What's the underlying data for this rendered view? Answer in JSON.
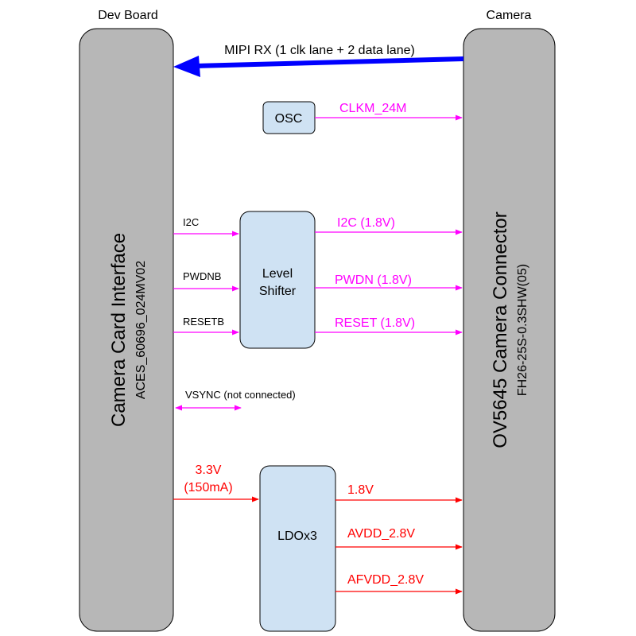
{
  "colors": {
    "bar_fill": "#b7b7b7",
    "box_fill": "#cfe2f3",
    "magenta": "#ff00ff",
    "red": "#ff0000",
    "blue": "#0000ff",
    "text": "#000000"
  },
  "headers": {
    "left": "Dev Board",
    "right": "Camera"
  },
  "left_bar": {
    "title": "Camera Card Interface",
    "subtitle": "ACES_60696_024MV02"
  },
  "right_bar": {
    "title": "OV5645 Camera Connector",
    "subtitle": "FH26-25S-0.3SHW(05)"
  },
  "mipi": {
    "label": "MIPI RX (1 clk lane + 2 data lane)"
  },
  "osc": {
    "label": "OSC",
    "out_label": "CLKM_24M"
  },
  "level_shifter": {
    "line1": "Level",
    "line2": "Shifter",
    "inputs": [
      "I2C",
      "PWDNB",
      "RESETB"
    ],
    "outputs": [
      "I2C (1.8V)",
      "PWDN (1.8V)",
      "RESET (1.8V)"
    ]
  },
  "vsync": {
    "label": "VSYNC (not connected)"
  },
  "ldo": {
    "label": "LDOx3",
    "in_line1": "3.3V",
    "in_line2": "(150mA)",
    "outputs": [
      "1.8V",
      "AVDD_2.8V",
      "AFVDD_2.8V"
    ]
  }
}
